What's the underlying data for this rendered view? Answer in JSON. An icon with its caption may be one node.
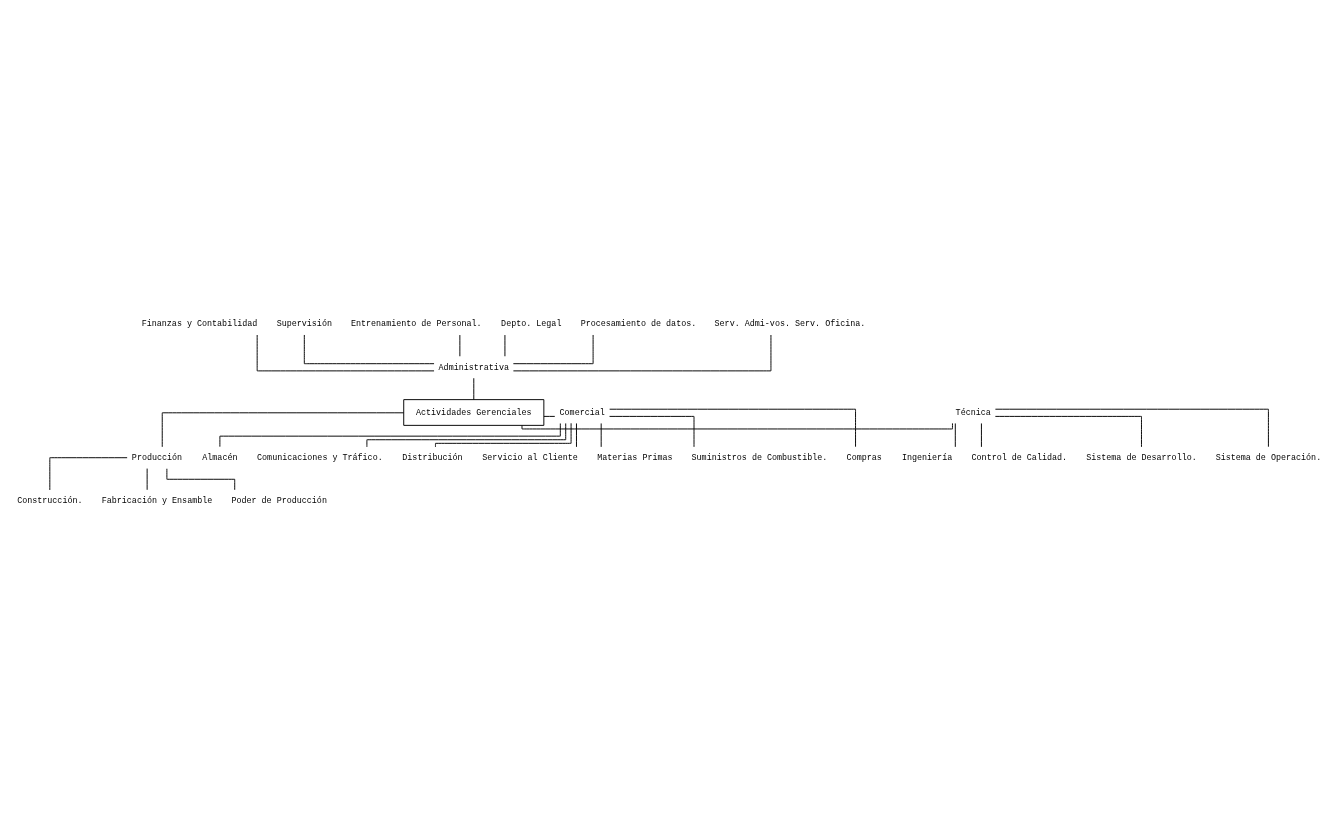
{
  "diagram": {
    "nodes": [
      {
        "text": [
          "Finanzas y Contabilidad"
        ]
      },
      {
        "text": [
          "Supervisión"
        ]
      },
      {
        "text": [
          "Entrenamiento de Personal."
        ]
      },
      {
        "text": [
          "Depto. Legal"
        ]
      },
      {
        "text": [
          "Procesamiento de datos."
        ]
      },
      {
        "text": [
          "Serv. Admi-vos. Serv. Oficina."
        ]
      },
      {
        "text": [
          "Administrativa"
        ]
      },
      {
        "text": [
          "Actividades Gerenciales"
        ]
      },
      {
        "text": [
          "Técnica"
        ]
      },
      {
        "text": [
          "Comercial"
        ]
      },
      {
        "text": [
          "Producción"
        ]
      },
      {
        "text": [
          "Ingeniería"
        ]
      },
      {
        "text": [
          "Control de Calidad."
        ]
      },
      {
        "text": [
          "Sistema de Desarrollo."
        ]
      },
      {
        "text": [
          "Sistema de Operación."
        ]
      },
      {
        "text": [
          "Compras"
        ]
      },
      {
        "text": [
          "Almacén"
        ]
      },
      {
        "text": [
          "Comunicaciones y Tráfico."
        ]
      },
      {
        "text": [
          "Distribución"
        ]
      },
      {
        "text": [
          "Servicio al Cliente"
        ]
      },
      {
        "text": [
          "Materias Primas"
        ]
      },
      {
        "text": [
          "Suministros de Combustible."
        ]
      },
      {
        "text": [
          "Construcción."
        ]
      },
      {
        "text": [
          "Fabricación y Ensamble"
        ]
      },
      {
        "text": [
          "Poder de Producción"
        ]
      }
    ],
    "edges": [
      {
        "from": 7,
        "to": 6,
        "arrow": "none"
      },
      {
        "from": 6,
        "to": 0,
        "arrow": "none"
      },
      {
        "from": 6,
        "to": 1,
        "arrow": "none"
      },
      {
        "from": 6,
        "to": 2,
        "arrow": "none"
      },
      {
        "from": 6,
        "to": 3,
        "arrow": "none"
      },
      {
        "from": 6,
        "to": 4,
        "arrow": "none"
      },
      {
        "from": 6,
        "to": 5,
        "arrow": "none"
      },
      {
        "from": 7,
        "to": 8,
        "arrow": "none"
      },
      {
        "from": 7,
        "to": 9,
        "arrow": "none"
      },
      {
        "from": 7,
        "to": 10,
        "arrow": "none"
      },
      {
        "from": 8,
        "to": 11,
        "arrow": "none"
      },
      {
        "from": 8,
        "to": 12,
        "arrow": "none"
      },
      {
        "from": 8,
        "to": 13,
        "arrow": "none"
      },
      {
        "from": 8,
        "to": 14,
        "arrow": "none"
      },
      {
        "from": 9,
        "to": 15,
        "arrow": "none"
      },
      {
        "from": 9,
        "to": 16,
        "arrow": "none"
      },
      {
        "from": 9,
        "to": 17,
        "arrow": "none"
      },
      {
        "from": 9,
        "to": 18,
        "arrow": "none"
      },
      {
        "from": 9,
        "to": 19,
        "arrow": "none"
      },
      {
        "from": 9,
        "to": 20,
        "arrow": "none"
      },
      {
        "from": 9,
        "to": 21,
        "arrow": "none"
      },
      {
        "from": 10,
        "to": 22,
        "arrow": "none"
      },
      {
        "from": 10,
        "to": 23,
        "arrow": "none"
      },
      {
        "from": 10,
        "to": 24,
        "arrow": "none"
      }
    ]
  }
}
